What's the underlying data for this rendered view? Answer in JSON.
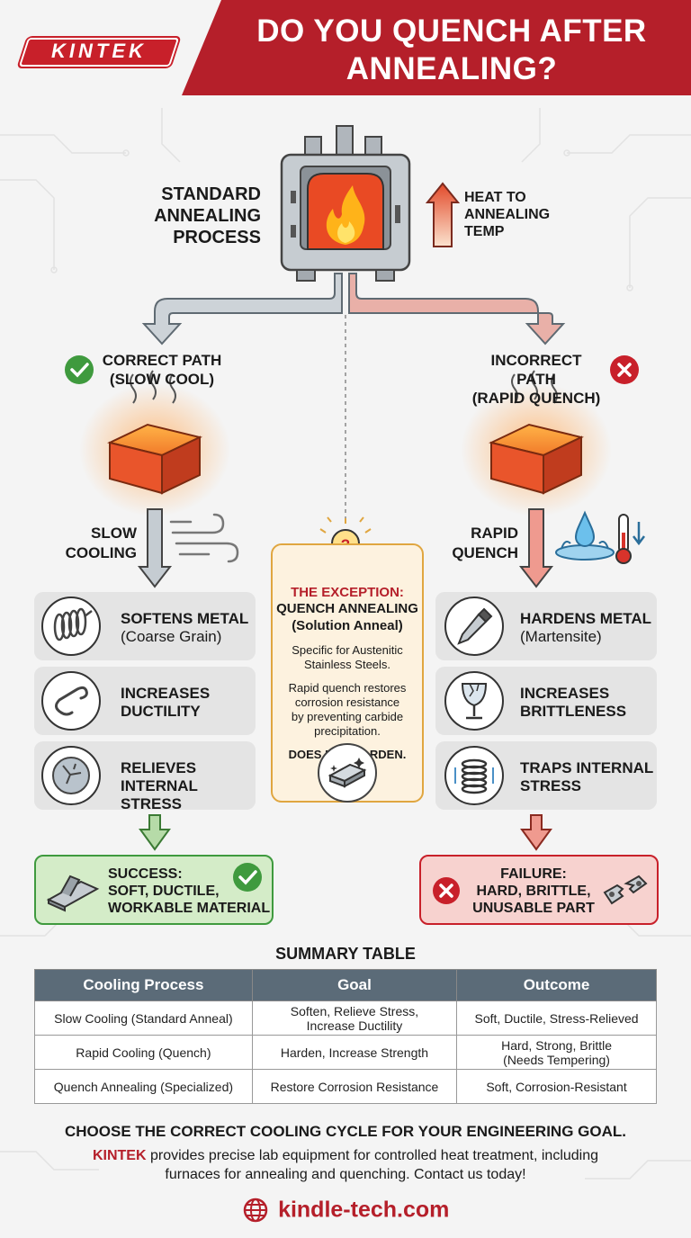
{
  "brand": {
    "logo_text": "KINTEK",
    "red": "#b51f2a",
    "green": "#3f9a3e"
  },
  "title": {
    "line1": "DO YOU QUENCH AFTER",
    "line2": "ANNEALING?"
  },
  "process": {
    "label": [
      "STANDARD",
      "ANNEALING",
      "PROCESS"
    ],
    "heat_label": [
      "HEAT TO",
      "ANNEALING",
      "TEMP"
    ]
  },
  "correct": {
    "heading": [
      "CORRECT PATH",
      "(SLOW COOL)"
    ],
    "cool_label": [
      "SLOW",
      "COOLING"
    ],
    "effects": [
      {
        "bold": "SOFTENS METAL",
        "normal": "(Coarse Grain)"
      },
      {
        "bold": "INCREASES",
        "bold2": "DUCTILITY"
      },
      {
        "bold": "RELIEVES",
        "bold2": "INTERNAL STRESS"
      }
    ],
    "result": [
      "SUCCESS:",
      "SOFT, DUCTILE,",
      "WORKABLE MATERIAL"
    ]
  },
  "incorrect": {
    "heading": [
      "INCORRECT PATH",
      "(RAPID QUENCH)"
    ],
    "cool_label": [
      "RAPID",
      "QUENCH"
    ],
    "effects": [
      {
        "bold": "HARDENS METAL",
        "normal": "(Martensite)"
      },
      {
        "bold": "INCREASES",
        "bold2": "BRITTLENESS"
      },
      {
        "bold": "TRAPS INTERNAL",
        "bold2": "STRESS"
      }
    ],
    "result": [
      "FAILURE:",
      "HARD, BRITTLE,",
      "UNUSABLE PART"
    ]
  },
  "exception": {
    "title": "THE EXCEPTION:",
    "name": "QUENCH ANNEALING",
    "sub": "(Solution Anneal)",
    "p1": [
      "Specific for Austenitic",
      "Stainless Steels."
    ],
    "p2": [
      "Rapid quench restores",
      "corrosion resistance",
      "by preventing carbide",
      "precipitation."
    ],
    "note": "DOES NOT HARDEN."
  },
  "summary": {
    "title": "SUMMARY TABLE",
    "headers": [
      "Cooling Process",
      "Goal",
      "Outcome"
    ],
    "rows": [
      {
        "process": "Slow Cooling (Standard Anneal)",
        "goal": [
          "Soften, Relieve Stress,",
          "Increase Ductility"
        ],
        "outcome": [
          "Soft, Ductile, Stress-Relieved"
        ]
      },
      {
        "process": "Rapid Cooling (Quench)",
        "goal": [
          "Harden, Increase Strength"
        ],
        "outcome": [
          "Hard, Strong, Brittle",
          "(Needs Tempering)"
        ]
      },
      {
        "process": "Quench Annealing (Specialized)",
        "goal": [
          "Restore Corrosion Resistance"
        ],
        "outcome": [
          "Soft, Corrosion-Resistant"
        ]
      }
    ]
  },
  "footer": {
    "cta": "CHOOSE THE CORRECT COOLING CYCLE FOR YOUR ENGINEERING GOAL.",
    "brand_word": "KINTEK",
    "line1_rest": " provides precise lab equipment for controlled heat treatment, including",
    "line2": "furnaces for annealing and quenching. Contact us today!",
    "url": "kindle-tech.com"
  }
}
